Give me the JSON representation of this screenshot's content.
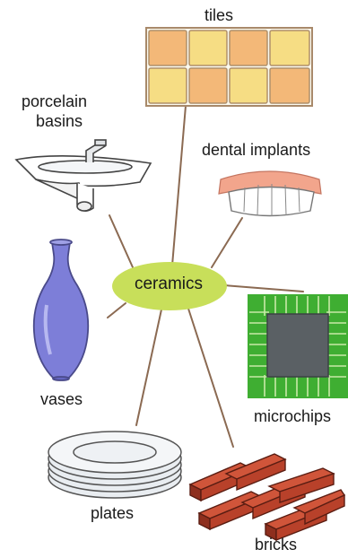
{
  "center": {
    "label": "ceramics"
  },
  "items": {
    "tiles": "tiles",
    "porcelain_line1": "porcelain",
    "porcelain_line2": "basins",
    "dental_implants": "dental implants",
    "vases": "vases",
    "microchips": "microchips",
    "plates": "plates",
    "bricks": "bricks"
  },
  "colors": {
    "connector": "#8b6a52",
    "ellipse": "#c8df5a",
    "tile_orange": "#f3b878",
    "tile_yellow": "#f6dd84",
    "vase": "#7d7ed8",
    "chip_board": "#3fae32",
    "chip_core": "#5a6064",
    "brick": "#b8412a",
    "gum": "#f2a58c",
    "plate": "#e9edf1"
  }
}
